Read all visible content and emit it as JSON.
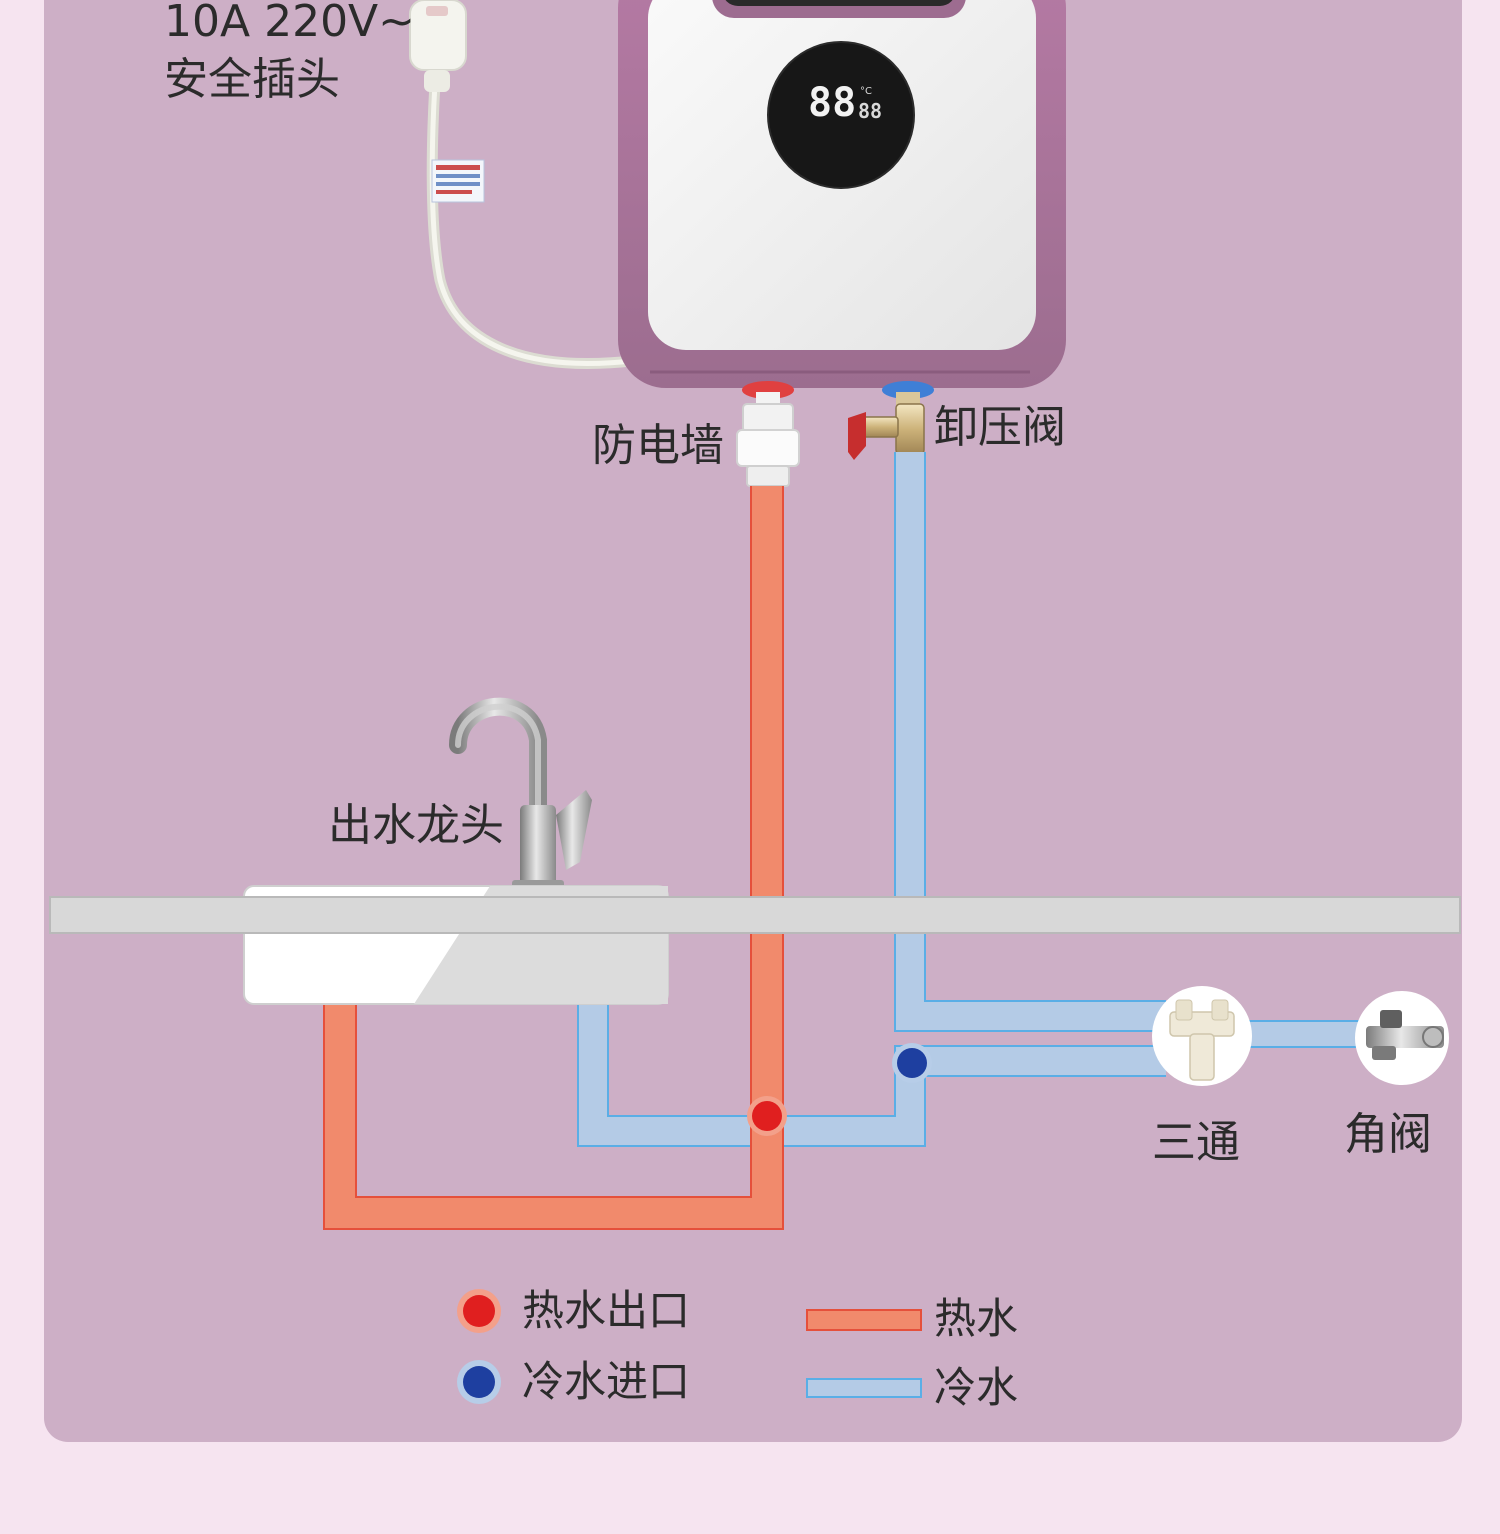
{
  "colors": {
    "background": "#f6e4f0",
    "panel": "#cdafc6",
    "hot_pipe": "#f18a6c",
    "hot_pipe_edge": "#e5503b",
    "cold_pipe": "#b4cbe6",
    "cold_pipe_edge": "#5aaee6",
    "hot_dot": "#e01f1f",
    "cold_dot": "#1e3fa0",
    "heater_frame": "#b0799f",
    "heater_face": "#ececec"
  },
  "labels": {
    "plug_spec": "10A 220V~",
    "plug_name": "安全插头",
    "anti_shock_wall": "防电墙",
    "relief_valve": "卸压阀",
    "faucet": "出水龙头",
    "tee": "三通",
    "angle_valve": "角阀"
  },
  "display": {
    "main_digits": "88",
    "sub_digits": "88",
    "unit": "°C"
  },
  "legend": {
    "hot_outlet": "热水出口",
    "cold_inlet": "冷水进口",
    "hot_water": "热水",
    "cold_water": "冷水"
  },
  "icons": {
    "hot_outlet_marker": "red-dot-icon",
    "cold_inlet_marker": "blue-dot-icon"
  }
}
